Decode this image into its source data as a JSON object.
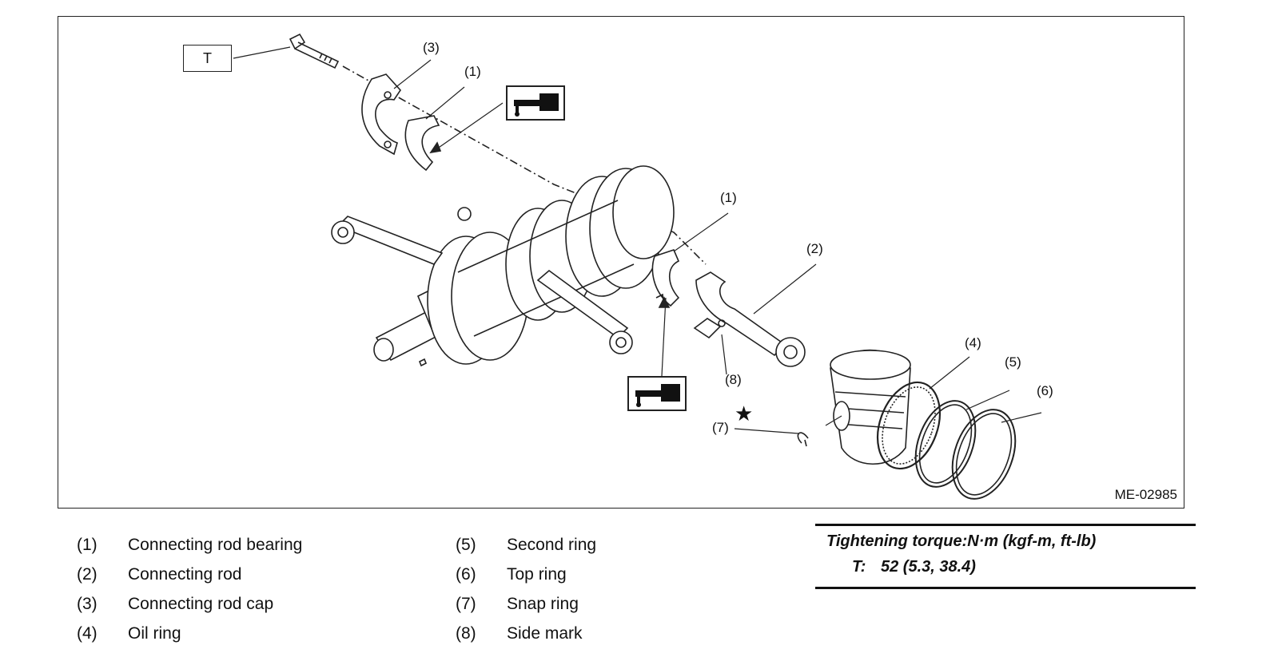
{
  "figure": {
    "diagram_code": "ME-02985",
    "torque_marker": "T",
    "callouts": [
      "(3)",
      "(1)",
      "(1)",
      "(2)",
      "(4)",
      "(5)",
      "(6)",
      "(7)",
      "(8)"
    ],
    "star_symbol": "★",
    "oil_icon": "engine-oil-application-icon"
  },
  "legend": {
    "left": [
      {
        "num": "(1)",
        "label": "Connecting rod bearing"
      },
      {
        "num": "(2)",
        "label": "Connecting rod"
      },
      {
        "num": "(3)",
        "label": "Connecting rod cap"
      },
      {
        "num": "(4)",
        "label": "Oil ring"
      }
    ],
    "right": [
      {
        "num": "(5)",
        "label": "Second ring"
      },
      {
        "num": "(6)",
        "label": "Top ring"
      },
      {
        "num": "(7)",
        "label": "Snap ring"
      },
      {
        "num": "(8)",
        "label": "Side mark"
      }
    ]
  },
  "torque": {
    "header": "Tightening torque:N·m (kgf-m, ft-lb)",
    "label": "T:",
    "value": "52 (5.3, 38.4)"
  }
}
